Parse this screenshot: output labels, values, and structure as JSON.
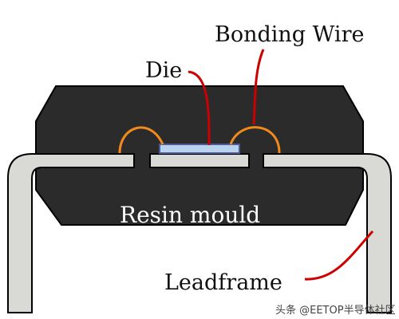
{
  "labels": {
    "bonding_wire": "Bonding Wire",
    "die": "Die",
    "resin_mould": "Resin mould",
    "leadframe": "Leadframe"
  },
  "watermark": "头条 @EETOP半导体社区",
  "colors": {
    "mould": "#2b2b2b",
    "mould_outline": "#000000",
    "leadframe": "#d9d9d6",
    "die_top": "#b9d3ef",
    "die_outline": "#4a5a9a",
    "wire": "#f08a1c",
    "pointer": "#cc0000",
    "label_text": "#111111",
    "mould_text": "#ffffff"
  }
}
